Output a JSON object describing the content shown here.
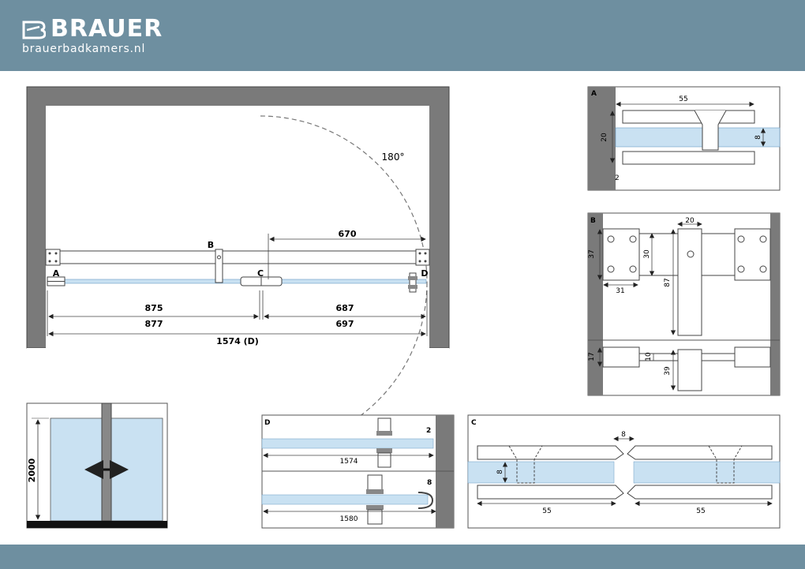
{
  "header": {
    "brand": "BRAUER",
    "website": "brauerbadkamers.nl"
  },
  "plan": {
    "angle_label": "180°",
    "dim_670": "670",
    "dim_875": "875",
    "dim_687": "687",
    "dim_877": "877",
    "dim_697": "697",
    "dim_total": "1574 (D)",
    "label_a": "A",
    "label_b": "B",
    "label_c": "C",
    "label_d": "D"
  },
  "elevation": {
    "height": "2000"
  },
  "detail_a": {
    "letter": "A",
    "width": "55",
    "height": "20",
    "glass": "8",
    "gap": "2"
  },
  "detail_b": {
    "letter": "B",
    "w20": "20",
    "h37": "37",
    "h30": "30",
    "w31": "31",
    "h87": "87",
    "h17": "17",
    "h10": "10",
    "h39": "39"
  },
  "detail_d": {
    "letter": "D",
    "gap": "2",
    "len1": "1574",
    "glass": "8",
    "len2": "1580"
  },
  "detail_c": {
    "letter": "C",
    "gap": "8",
    "glass": "8",
    "left_w": "55",
    "right_w": "55"
  }
}
